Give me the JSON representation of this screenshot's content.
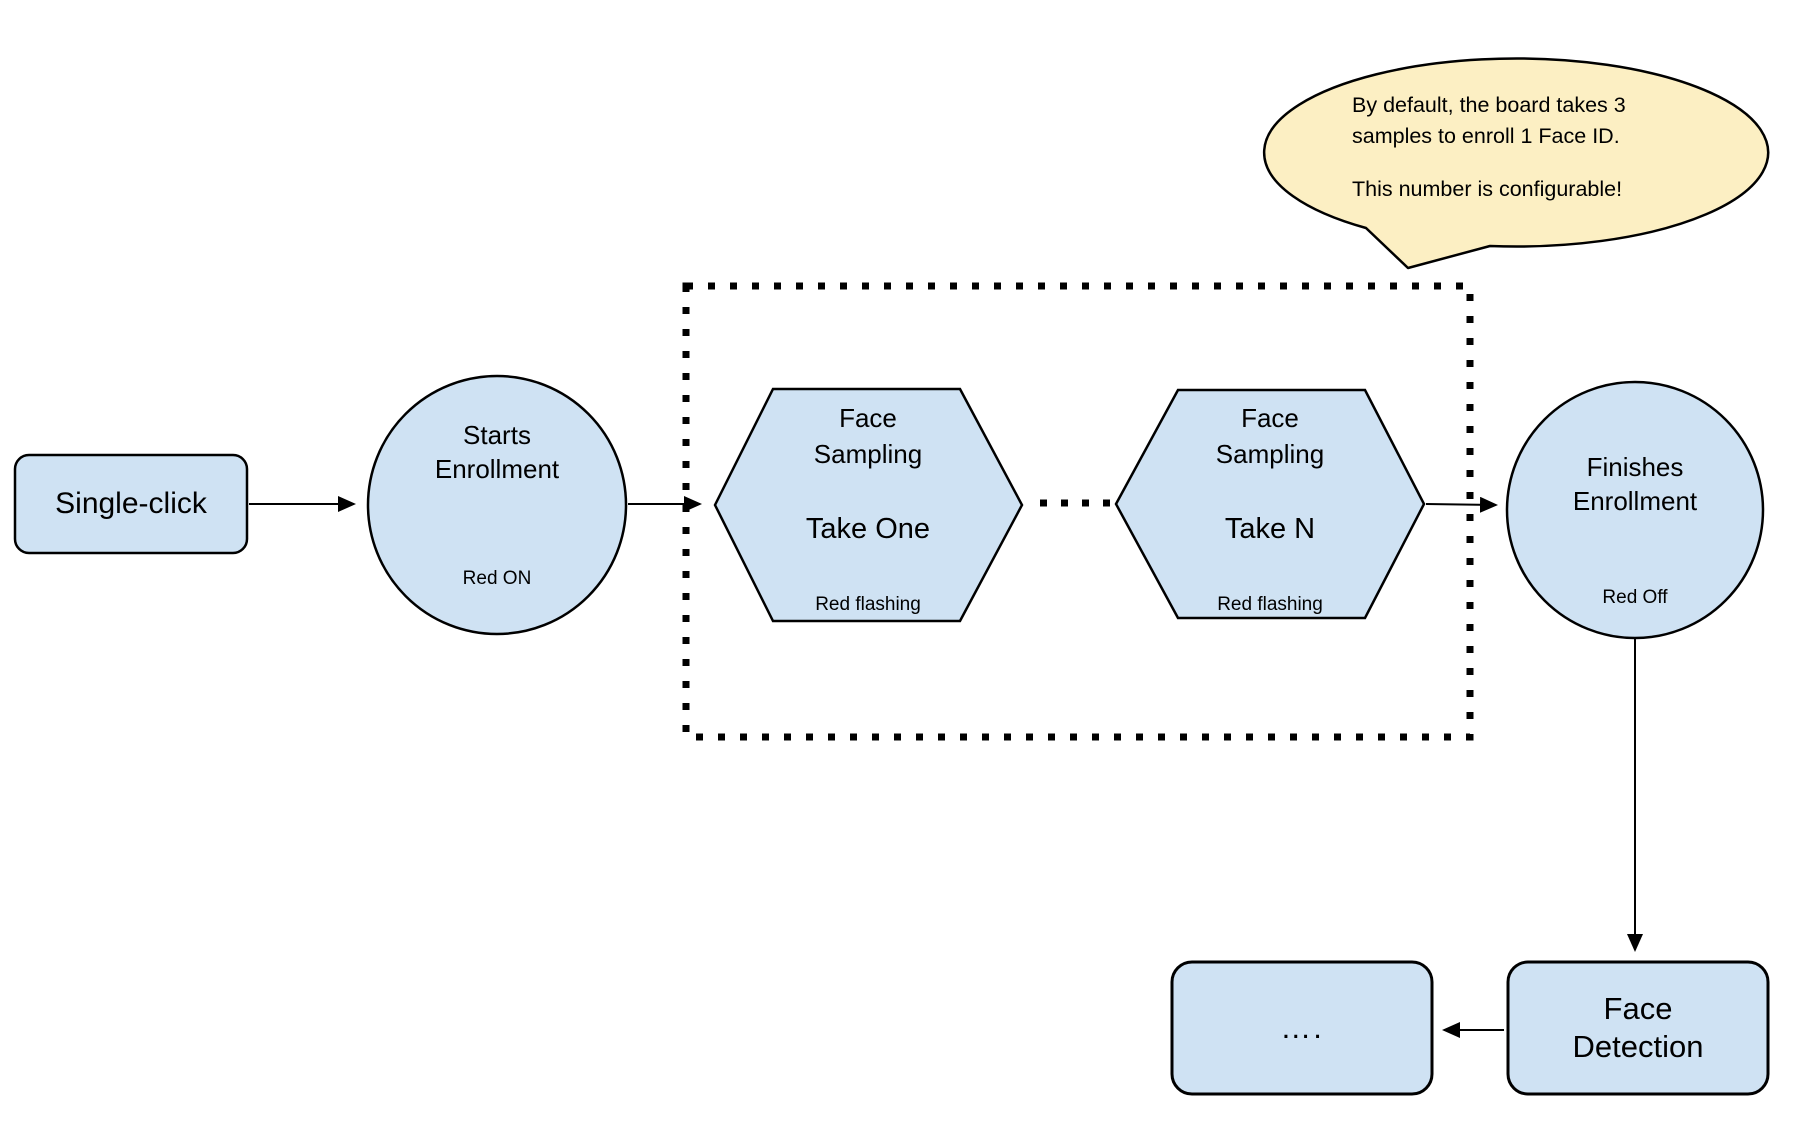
{
  "colors": {
    "node_fill": "#CFE2F3",
    "node_border": "#000000",
    "callout_fill": "#FCEFC3",
    "arrow": "#000000",
    "background": "#FFFFFF"
  },
  "callout": {
    "line1": "By default, the board takes 3",
    "line2": "samples to enroll 1 Face ID.",
    "line3": "This number is configurable!"
  },
  "nodes": {
    "single_click": {
      "label": "Single-click"
    },
    "starts_enrollment": {
      "title_line1": "Starts",
      "title_line2": "Enrollment",
      "status": "Red ON"
    },
    "face_sampling_first": {
      "title_line1": "Face",
      "title_line2": "Sampling",
      "step": "Take One",
      "status": "Red flashing"
    },
    "face_sampling_last": {
      "title_line1": "Face",
      "title_line2": "Sampling",
      "step": "Take N",
      "status": "Red flashing"
    },
    "finishes_enrollment": {
      "title_line1": "Finishes",
      "title_line2": "Enrollment",
      "status": "Red Off"
    },
    "face_detection": {
      "title_line1": "Face",
      "title_line2": "Detection"
    },
    "continuation": {
      "label": "…."
    }
  }
}
